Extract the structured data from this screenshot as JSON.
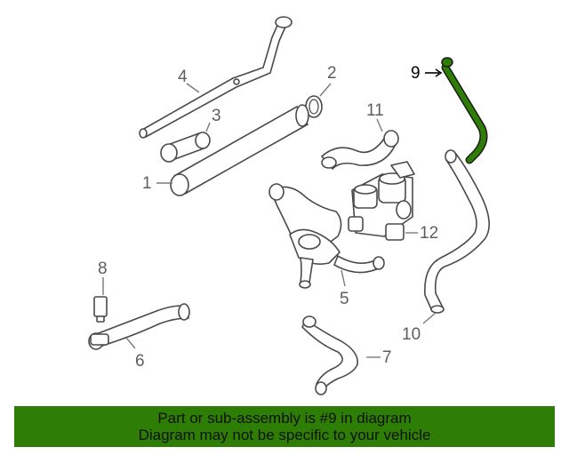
{
  "highlight_color": "#2e7d05",
  "highlighted_part": "9",
  "callouts": {
    "c1": "1",
    "c2": "2",
    "c3": "3",
    "c4": "4",
    "c5": "5",
    "c6": "6",
    "c7": "7",
    "c8": "8",
    "c9": "9",
    "c10": "10",
    "c11": "11",
    "c12": "12"
  },
  "footer": {
    "line1": "Part or sub-assembly is #9 in diagram",
    "line2": "Diagram may not be specific to your vehicle"
  }
}
